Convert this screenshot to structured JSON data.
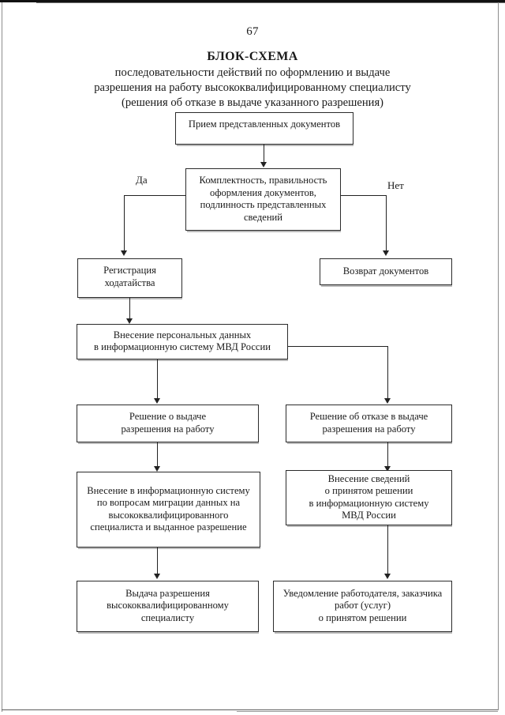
{
  "document": {
    "page_number": "67",
    "title_main": "БЛОК-СХЕМА",
    "title_sub_line1": "последовательности действий по оформлению и выдаче",
    "title_sub_line2": "разрешения на работу высококвалифицированному специалисту",
    "title_sub_line3": "(решения об отказе в выдаче указанного разрешения)"
  },
  "flowchart": {
    "type": "flowchart",
    "orientation": "top-to-bottom",
    "branch_labels": {
      "yes": "Да",
      "no": "Нет"
    },
    "nodes": [
      {
        "id": "intake",
        "label": "Прием представленных документов",
        "shape": "rectangle"
      },
      {
        "id": "check",
        "label": "Комплектность, правильность\nоформления документов,\nподлинность представленных\nсведений",
        "shape": "rectangle-decision"
      },
      {
        "id": "register",
        "label": "Регистрация\nходатайства",
        "shape": "rectangle"
      },
      {
        "id": "return-docs",
        "label": "Возврат документов",
        "shape": "rectangle"
      },
      {
        "id": "enter-personal-data",
        "label": "Внесение персональных данных\nв информационную систему МВД России",
        "shape": "rectangle"
      },
      {
        "id": "decision-grant",
        "label": "Решение о выдаче\nразрешения на работу",
        "shape": "rectangle"
      },
      {
        "id": "decision-refuse",
        "label": "Решение об отказе в выдаче\nразрешения на работу",
        "shape": "rectangle"
      },
      {
        "id": "enter-migration-system",
        "label": "Внесение в информационную систему\nпо вопросам миграции данных на\nвысококвалифицированного\nспециалиста и выданное разрешение",
        "shape": "rectangle"
      },
      {
        "id": "enter-decision-info",
        "label": "Внесение сведений\nо принятом решении\nв информационную систему\nМВД России",
        "shape": "rectangle"
      },
      {
        "id": "issue-permit",
        "label": "Выдача разрешения\nвысококвалифицированному\nспециалисту",
        "shape": "rectangle"
      },
      {
        "id": "notify-employer",
        "label": "Уведомление работодателя, заказчика\nработ (услуг)\nо принятом решении",
        "shape": "rectangle"
      }
    ],
    "edges": [
      {
        "from": "intake",
        "to": "check",
        "label": ""
      },
      {
        "from": "check",
        "to": "register",
        "label": "Да"
      },
      {
        "from": "check",
        "to": "return-docs",
        "label": "Нет"
      },
      {
        "from": "register",
        "to": "enter-personal-data",
        "label": ""
      },
      {
        "from": "enter-personal-data",
        "to": "decision-grant",
        "label": ""
      },
      {
        "from": "enter-personal-data",
        "to": "decision-refuse",
        "label": ""
      },
      {
        "from": "decision-grant",
        "to": "enter-migration-system",
        "label": ""
      },
      {
        "from": "decision-refuse",
        "to": "enter-decision-info",
        "label": ""
      },
      {
        "from": "enter-migration-system",
        "to": "issue-permit",
        "label": ""
      },
      {
        "from": "enter-decision-info",
        "to": "notify-employer",
        "label": ""
      }
    ]
  }
}
